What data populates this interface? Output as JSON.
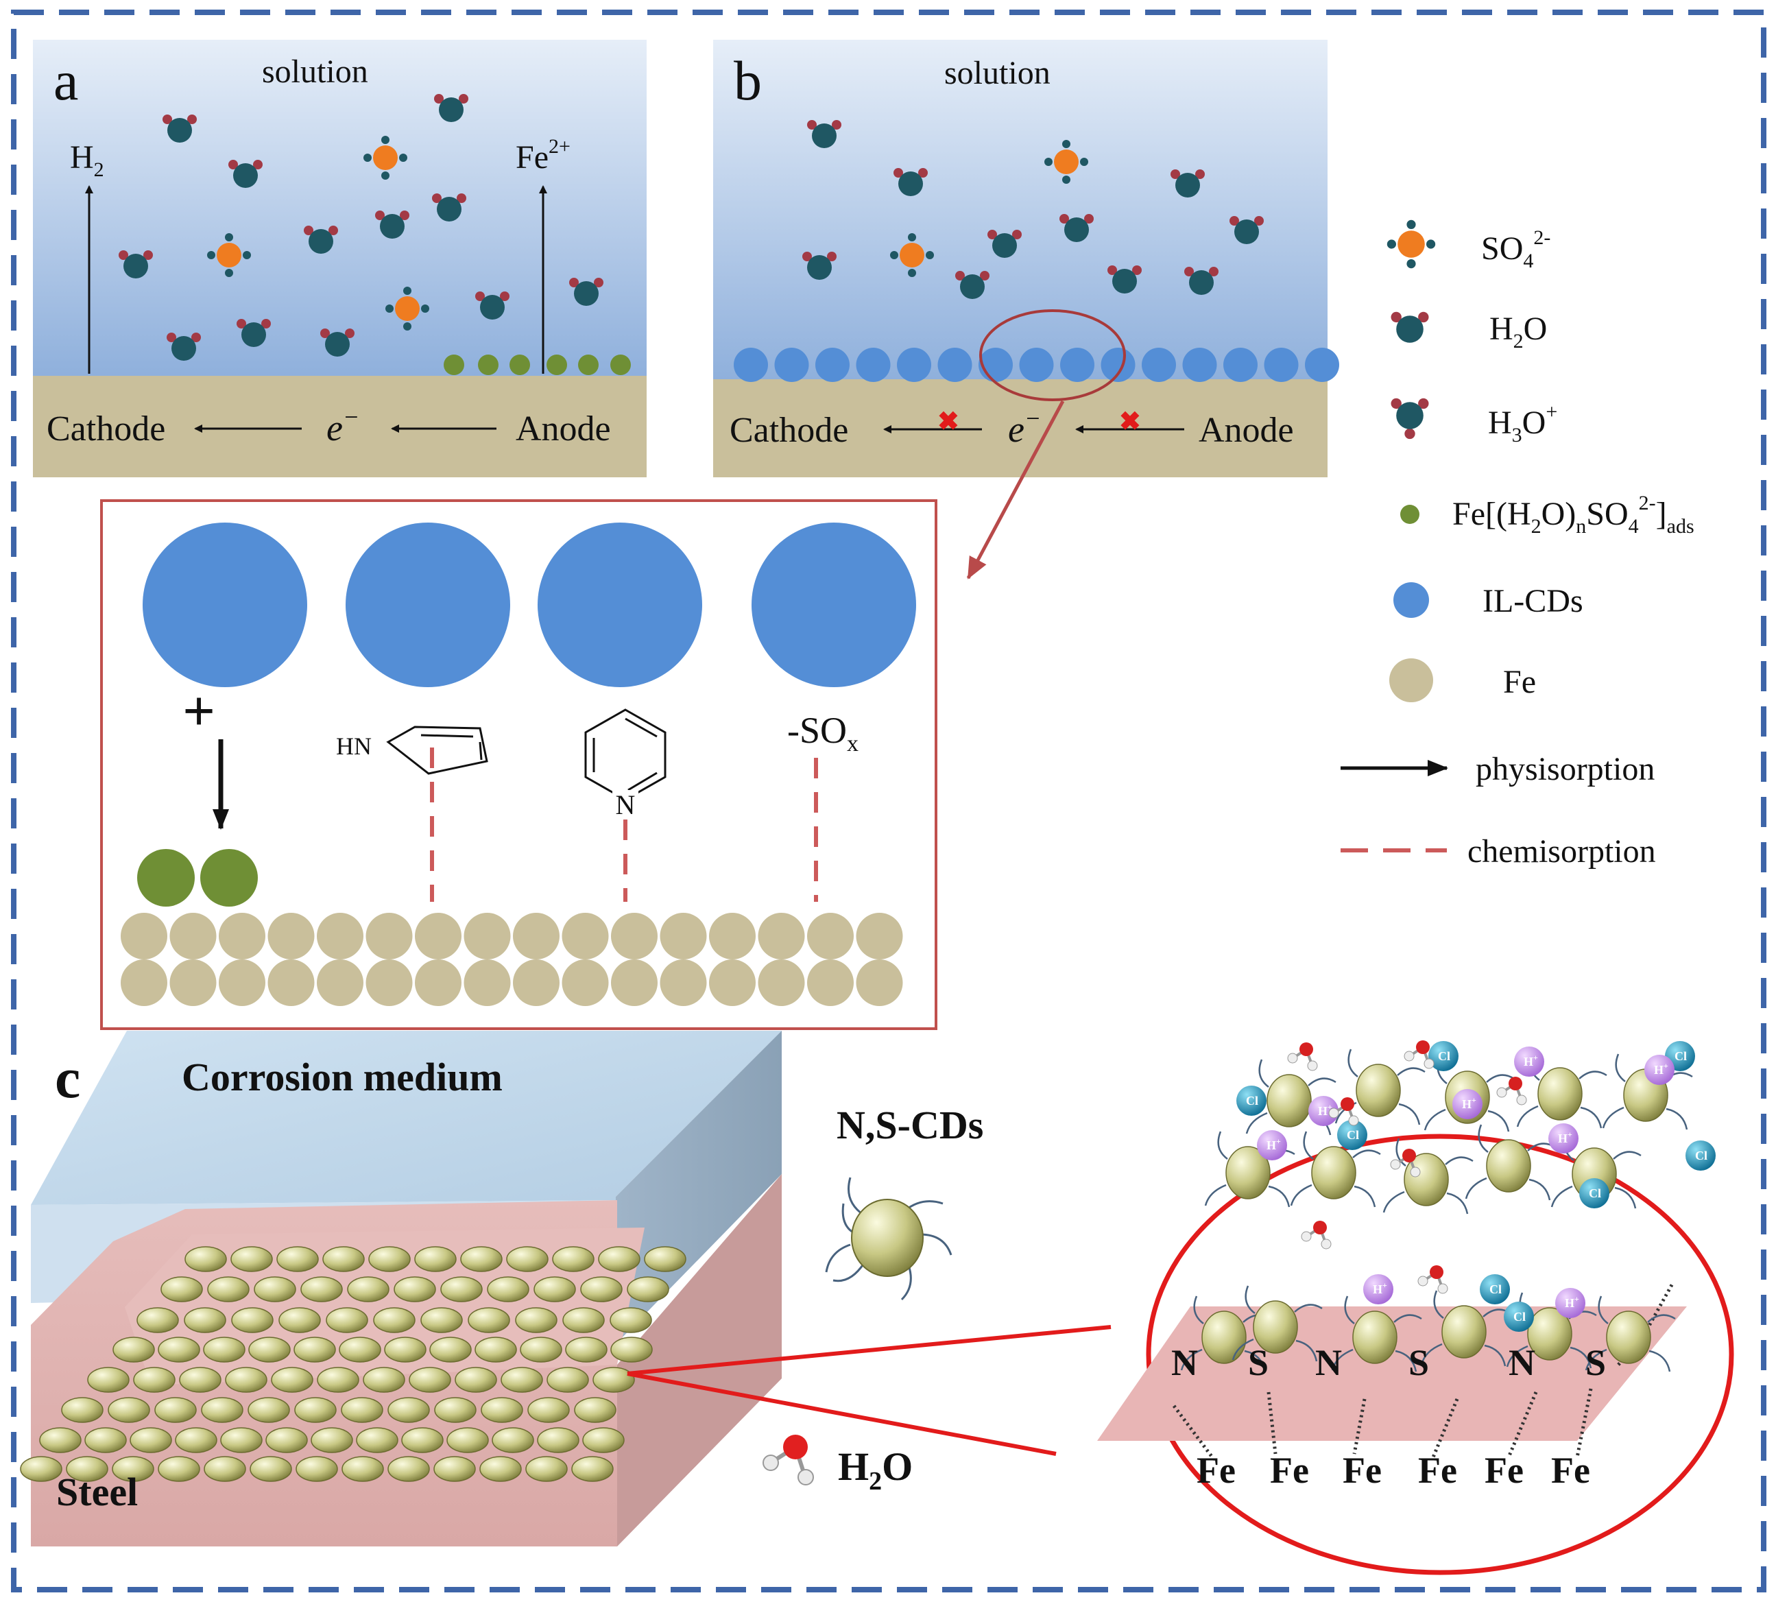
{
  "panel_a": {
    "letter": "a",
    "solution": "solution",
    "h2": "H",
    "h2_sub": "2",
    "fe": "Fe",
    "fe_sup": "2+",
    "cathode": "Cathode",
    "electron": "e",
    "electron_sup": "−",
    "anode": "Anode"
  },
  "panel_b": {
    "letter": "b",
    "solution": "solution",
    "cathode": "Cathode",
    "electron": "e",
    "electron_sup": "−",
    "anode": "Anode"
  },
  "detail": {
    "plus": "+",
    "hn": "HN",
    "n": "N",
    "sox": "-SO",
    "sox_sub": "x"
  },
  "legend": {
    "so4": "SO",
    "so4_sub": "4",
    "so4_sup": "2-",
    "h2o": "H",
    "h2o_sub": "2",
    "h2o_rest": "O",
    "h3o": "H",
    "h3o_sub": "3",
    "h3o_rest": "O",
    "h3o_sup": "+",
    "fe_complex_a": "Fe[(H",
    "fe_complex_sub1": "2",
    "fe_complex_b": "O)",
    "fe_complex_sub2": "n",
    "fe_complex_c": "SO",
    "fe_complex_sub3": "4",
    "fe_complex_sup": "2-",
    "fe_complex_d": "]",
    "fe_complex_sub4": "ads",
    "ilcds": "IL-CDs",
    "fe": "Fe",
    "physisorption": "physisorption",
    "chemisorption": "chemisorption"
  },
  "panel_c": {
    "letter": "c",
    "medium": "Corrosion medium",
    "steel": "Steel",
    "nscds": "N,S-CDs",
    "h2o": "H",
    "h2o_sub": "2",
    "h2o_rest": "O",
    "atoms": [
      "N",
      "S",
      "N",
      "S",
      "N",
      "S"
    ],
    "fe_row": [
      "Fe",
      "Fe",
      "Fe",
      "Fe",
      "Fe",
      "Fe"
    ],
    "ion_h": "H",
    "ion_h_sup": "+",
    "ion_cl": "Cl"
  },
  "colors": {
    "border": "#3e65a8",
    "water": "#1f5763",
    "water_h": "#a33a45",
    "sulfate": "#ef7c20",
    "il_cd": "#548ed6",
    "fe": "#c9bf9b",
    "complex": "#6f8f35",
    "inhibitor_line": "#cc5a5a",
    "lens": "#e21b1b",
    "steel": "#e4b8b6",
    "medium": "#c9dcec",
    "ns_cd": "#c4c47a"
  }
}
